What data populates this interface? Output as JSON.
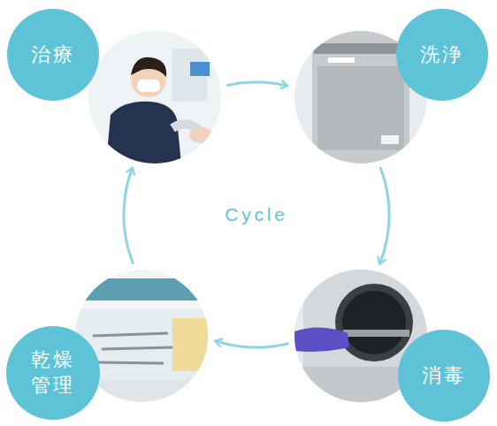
{
  "diagram": {
    "nodes": [
      {
        "text": [
          "治療"
        ]
      },
      {
        "text": [
          "洗浄"
        ]
      },
      {
        "text": [
          "乾燥 管理"
        ]
      },
      {
        "text": [
          "消毒"
        ]
      }
    ],
    "edges": [
      {
        "from": 0,
        "to": 1,
        "arrow": "to"
      },
      {
        "from": 1,
        "to": 3,
        "arrow": "to"
      },
      {
        "from": 3,
        "to": 2,
        "arrow": "to"
      },
      {
        "from": 2,
        "to": 0,
        "arrow": "to"
      }
    ],
    "labels": [
      "Cycle"
    ]
  }
}
